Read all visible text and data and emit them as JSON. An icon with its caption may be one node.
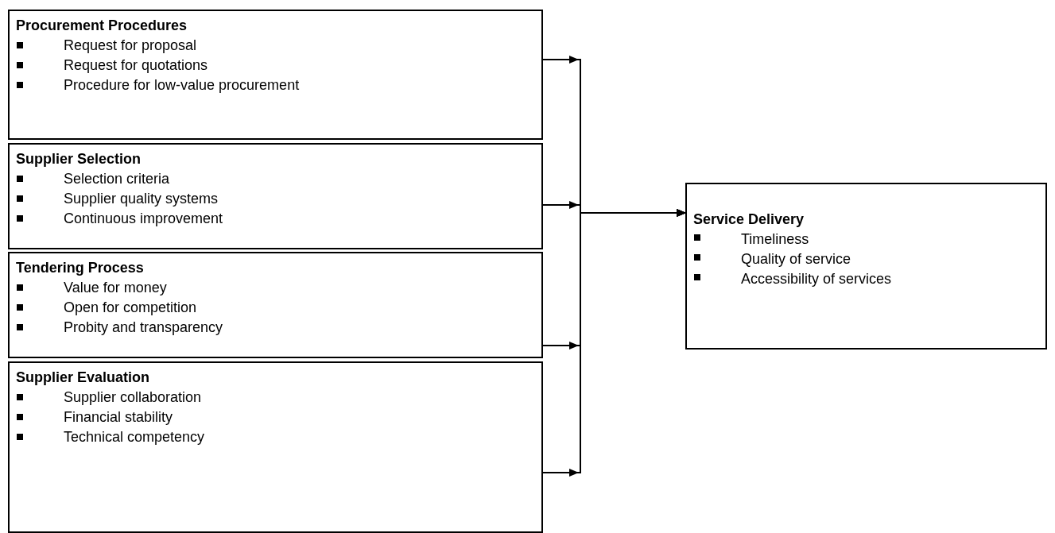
{
  "diagram": {
    "nodes": [
      {
        "text": [
          "Procurement Procedures",
          "Request for proposal",
          "Request for quotations",
          "Procedure for low-value procurement"
        ]
      },
      {
        "text": [
          "Supplier Selection",
          "Selection criteria",
          "Supplier quality systems",
          "Continuous improvement"
        ]
      },
      {
        "text": [
          "Tendering Process",
          "Value for money",
          "Open for competition",
          "Probity and transparency"
        ]
      },
      {
        "text": [
          "Supplier Evaluation",
          "Supplier collaboration",
          "Financial stability",
          "Technical competency"
        ]
      },
      {
        "text": [
          "Service Delivery",
          "Timeliness",
          "Quality of service",
          "Accessibility of services"
        ]
      }
    ],
    "edges": [
      {
        "from": 0,
        "to": 4,
        "arrow": "to"
      },
      {
        "from": 1,
        "to": 4,
        "arrow": "to"
      },
      {
        "from": 2,
        "to": 4,
        "arrow": "to"
      },
      {
        "from": 3,
        "to": 4,
        "arrow": "to"
      }
    ]
  }
}
